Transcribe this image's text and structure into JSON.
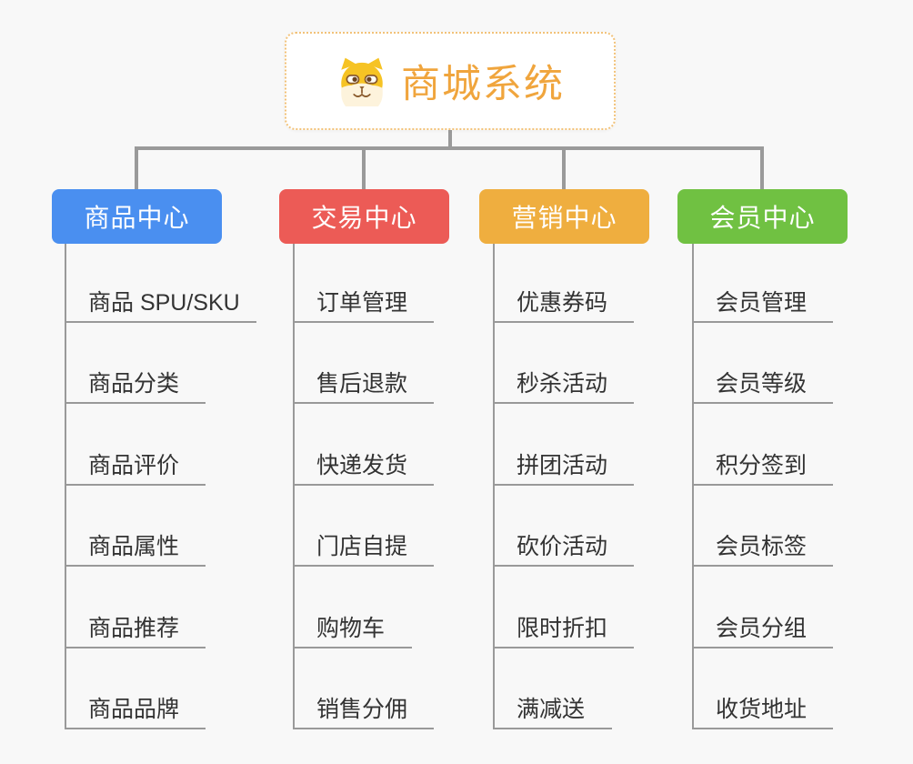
{
  "root": {
    "title": "商城系统",
    "icon": "shiba-dog-icon",
    "title_color": "#f0a53d",
    "border_color": "#f2c279"
  },
  "connector_color": "#9a9a9a",
  "background_color": "#f8f8f8",
  "child_text_color": "#333333",
  "branches": [
    {
      "label": "商品中心",
      "color": "#4a8ff0",
      "children": [
        "商品 SPU/SKU",
        "商品分类",
        "商品评价",
        "商品属性",
        "商品推荐",
        "商品品牌"
      ]
    },
    {
      "label": "交易中心",
      "color": "#ec5b56",
      "children": [
        "订单管理",
        "售后退款",
        "快递发货",
        "门店自提",
        "购物车",
        "销售分佣"
      ]
    },
    {
      "label": "营销中心",
      "color": "#efae3f",
      "children": [
        "优惠券码",
        "秒杀活动",
        "拼团活动",
        "砍价活动",
        "限时折扣",
        "满减送"
      ]
    },
    {
      "label": "会员中心",
      "color": "#70c142",
      "children": [
        "会员管理",
        "会员等级",
        "积分签到",
        "会员标签",
        "会员分组",
        "收货地址"
      ]
    }
  ]
}
